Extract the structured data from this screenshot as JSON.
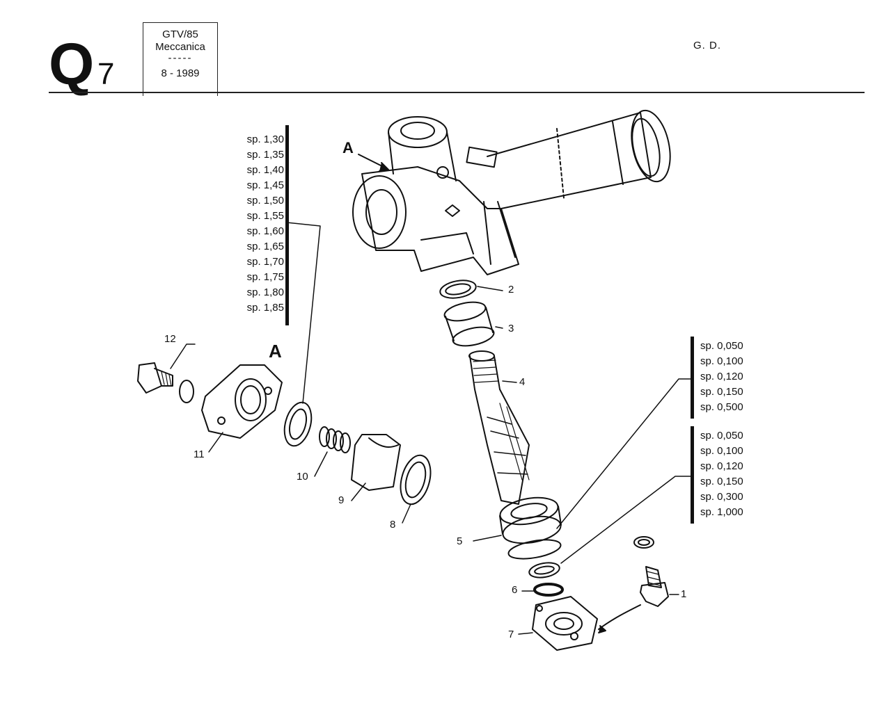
{
  "header": {
    "section_letter": "Q",
    "section_number": "7",
    "model": "GTV/85",
    "category": "Meccanica",
    "separator": "-----",
    "date": "8 - 1989",
    "author": "G. D."
  },
  "shim_list_left": [
    "sp. 1,30",
    "sp. 1,35",
    "sp. 1,40",
    "sp. 1,45",
    "sp. 1,50",
    "sp. 1,55",
    "sp. 1,60",
    "sp. 1,65",
    "sp. 1,70",
    "sp. 1,75",
    "sp. 1,80",
    "sp. 1,85"
  ],
  "shim_list_right_upper": [
    "sp. 0,050",
    "sp. 0,100",
    "sp. 0,120",
    "sp. 0,150",
    "sp. 0,500"
  ],
  "shim_list_right_lower": [
    "sp. 0,050",
    "sp. 0,100",
    "sp. 0,120",
    "sp. 0,150",
    "sp. 0,300",
    "sp. 1,000"
  ],
  "part_labels": {
    "p1": "1",
    "p2": "2",
    "p3": "3",
    "p4": "4",
    "p5": "5",
    "p6": "6",
    "p7": "7",
    "p8": "8",
    "p9": "9",
    "p10": "10",
    "p11": "11",
    "p12": "12",
    "detail_marker": "A"
  }
}
